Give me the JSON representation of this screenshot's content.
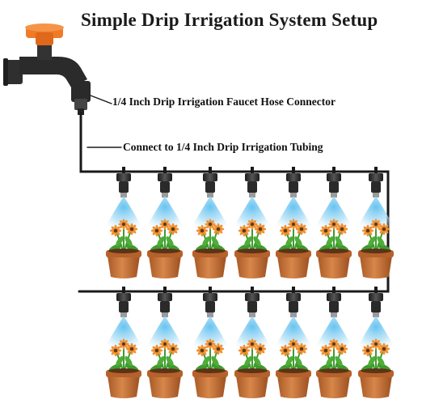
{
  "title": "Simple  Drip Irrigation System Setup",
  "labels": {
    "faucet_connector": "1/4 Inch Drip Irrigation Faucet Hose Connector",
    "tubing": "Connect to 1/4 Inch Drip Irrigation Tubing"
  },
  "rows": [
    {
      "name": "upper-row",
      "sprinkler_count": 7
    },
    {
      "name": "lower-row",
      "sprinkler_count": 7
    }
  ],
  "colors": {
    "faucet_handle": "#f07a26",
    "faucet_body": "#2b2b2b",
    "tubing": "#1a1a1a",
    "pot": "#c8733a",
    "pot_rim": "#b6612b",
    "petal": "#f2902f",
    "flower_center": "#5b3a1f",
    "leaf": "#3f9b2e",
    "spray": "#8fd0f0"
  }
}
